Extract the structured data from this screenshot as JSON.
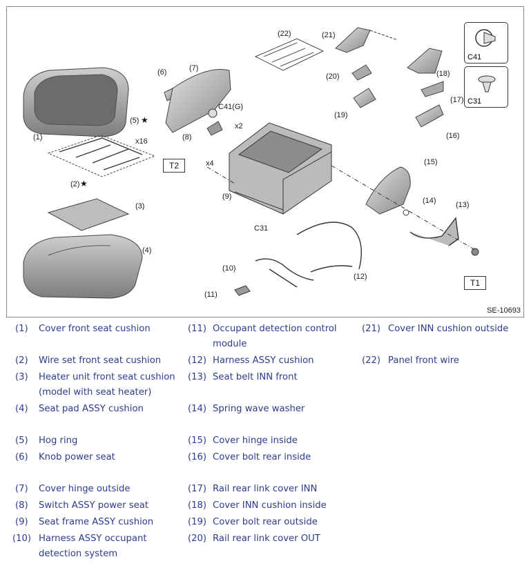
{
  "figure": {
    "id_label": "SE-10693",
    "callouts": [
      "(1)",
      "(2)",
      "(3)",
      "(4)",
      "(5)",
      "(6)",
      "(7)",
      "(8)",
      "(9)",
      "(10)",
      "(11)",
      "(12)",
      "(13)",
      "(14)",
      "(15)",
      "(16)",
      "(17)",
      "(18)",
      "(19)",
      "(20)",
      "(21)",
      "(22)"
    ],
    "qty_labels": {
      "x16": "x16",
      "x2": "x2",
      "x4": "x4"
    },
    "connector_labels": {
      "c41g": "C41(G)",
      "c31": "C31"
    },
    "torque_boxes": {
      "t1": "T1",
      "t2": "T2"
    },
    "clip_boxes": {
      "c41": "C41",
      "c31": "C31"
    }
  },
  "legend": [
    {
      "num": "(1)",
      "text": "Cover front seat cushion"
    },
    {
      "num": "(2)",
      "text": "Wire set front seat cushion"
    },
    {
      "num": "(3)",
      "text": "Heater unit front seat cushion (model with seat heater)"
    },
    {
      "num": "(4)",
      "text": "Seat pad ASSY cushion"
    },
    {
      "num": "(5)",
      "text": "Hog ring"
    },
    {
      "num": "(6)",
      "text": "Knob power seat"
    },
    {
      "num": "(7)",
      "text": "Cover hinge outside"
    },
    {
      "num": "(8)",
      "text": "Switch ASSY power seat"
    },
    {
      "num": "(9)",
      "text": "Seat frame ASSY cushion"
    },
    {
      "num": "(10)",
      "text": "Harness ASSY occupant detection system"
    },
    {
      "num": "(11)",
      "text": "Occupant detection control module"
    },
    {
      "num": "(12)",
      "text": "Harness ASSY cushion"
    },
    {
      "num": "(13)",
      "text": "Seat belt INN front"
    },
    {
      "num": "(14)",
      "text": "Spring wave washer"
    },
    {
      "num": "(15)",
      "text": "Cover hinge inside"
    },
    {
      "num": "(16)",
      "text": "Cover bolt rear inside"
    },
    {
      "num": "(17)",
      "text": "Rail rear link cover INN"
    },
    {
      "num": "(18)",
      "text": "Cover INN cushion inside"
    },
    {
      "num": "(19)",
      "text": "Cover bolt rear outside"
    },
    {
      "num": "(20)",
      "text": "Rail rear link cover OUT"
    },
    {
      "num": "(21)",
      "text": "Cover INN cushion outside"
    },
    {
      "num": "(22)",
      "text": "Panel front wire"
    }
  ]
}
